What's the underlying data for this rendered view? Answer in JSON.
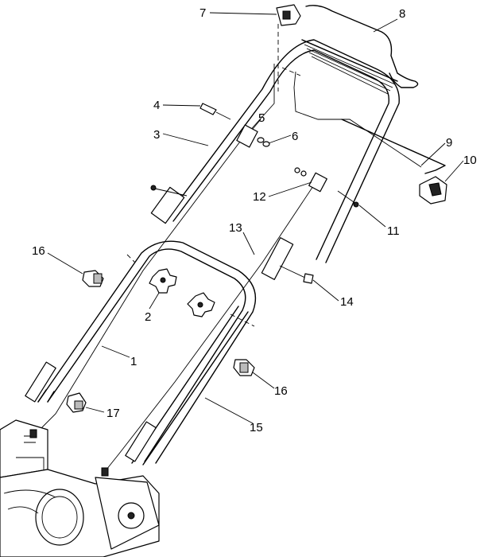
{
  "callouts": [
    {
      "id": "c7",
      "label": "7"
    },
    {
      "id": "c8",
      "label": "8"
    },
    {
      "id": "c4",
      "label": "4"
    },
    {
      "id": "c3",
      "label": "3"
    },
    {
      "id": "c5",
      "label": "5"
    },
    {
      "id": "c6",
      "label": "6"
    },
    {
      "id": "c9",
      "label": "9"
    },
    {
      "id": "c10",
      "label": "10"
    },
    {
      "id": "c12",
      "label": "12"
    },
    {
      "id": "c11",
      "label": "11"
    },
    {
      "id": "c13",
      "label": "13"
    },
    {
      "id": "c16a",
      "label": "16"
    },
    {
      "id": "c14",
      "label": "14"
    },
    {
      "id": "c2",
      "label": "2"
    },
    {
      "id": "c1",
      "label": "1"
    },
    {
      "id": "c16b",
      "label": "16"
    },
    {
      "id": "c17",
      "label": "17"
    },
    {
      "id": "c15",
      "label": "15"
    }
  ]
}
